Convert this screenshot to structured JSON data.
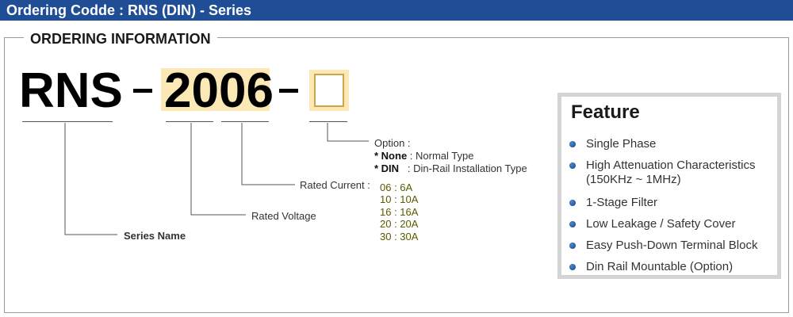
{
  "header": {
    "title": "Ordering Codde : RNS (DIN) - Series"
  },
  "section": {
    "label": "ORDERING INFORMATION"
  },
  "code": {
    "series": "RNS",
    "dash": "-",
    "rating": "2006"
  },
  "callouts": {
    "option_title": "Option :",
    "option_none_key": "* None",
    "option_none_desc": " : Normal Type",
    "option_din_key": "* DIN",
    "option_din_desc": "   : Din-Rail Installation Type",
    "rated_current_label": "Rated Current :",
    "rated_current_values": [
      "06 : 6A",
      "10 : 10A",
      "16 : 16A",
      "20 : 20A",
      "30 : 30A"
    ],
    "rated_voltage_label": "Rated Voltage",
    "series_name_label": "Series Name"
  },
  "feature": {
    "title": "Feature",
    "items": [
      "Single Phase",
      "High Attenuation Characteristics",
      "(150KHz ~ 1MHz)",
      "1-Stage Filter",
      "Low Leakage / Safety Cover",
      "Easy Push-Down Terminal Block",
      "Din Rail Mountable (Option)"
    ]
  },
  "colors": {
    "header_bg": "#1f4e96",
    "highlight": "#fbe8b4",
    "option_box_border": "#c9a64a",
    "current_values": "#5a5a00",
    "bullet": "#2e68b0"
  }
}
